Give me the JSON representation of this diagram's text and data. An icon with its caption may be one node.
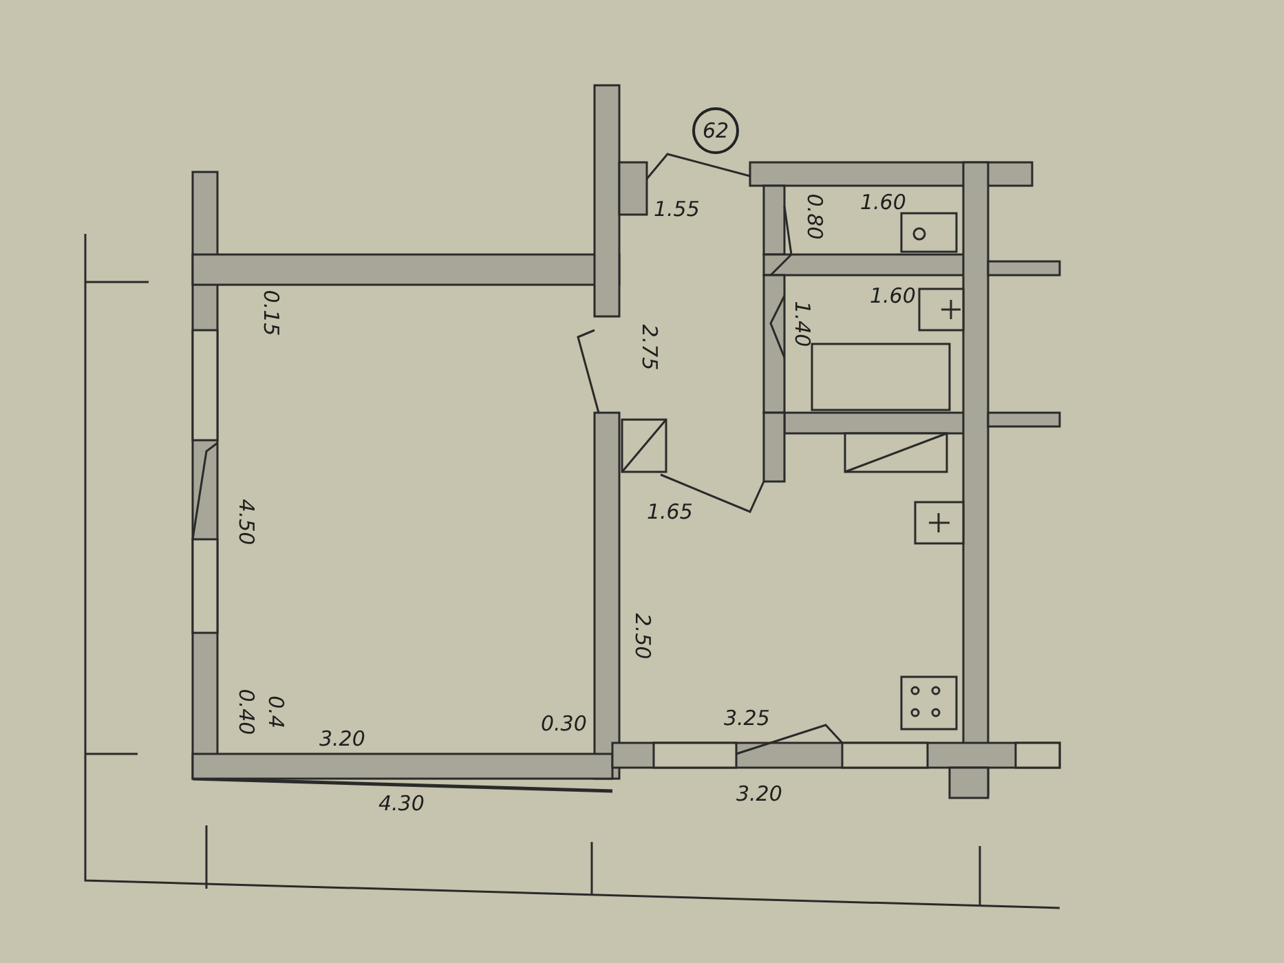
{
  "diagram": {
    "nodes": [
      {
        "text": [
          "62"
        ]
      }
    ],
    "labels": [
      "1.55",
      "1.60",
      "0.80",
      "1.60",
      "1.40",
      "0.15",
      "2.75",
      "4.50",
      "1.65",
      "2.50",
      "0.40",
      "0.4",
      "3.20",
      "0.30",
      "3.25",
      "4.30",
      "3.20"
    ]
  }
}
